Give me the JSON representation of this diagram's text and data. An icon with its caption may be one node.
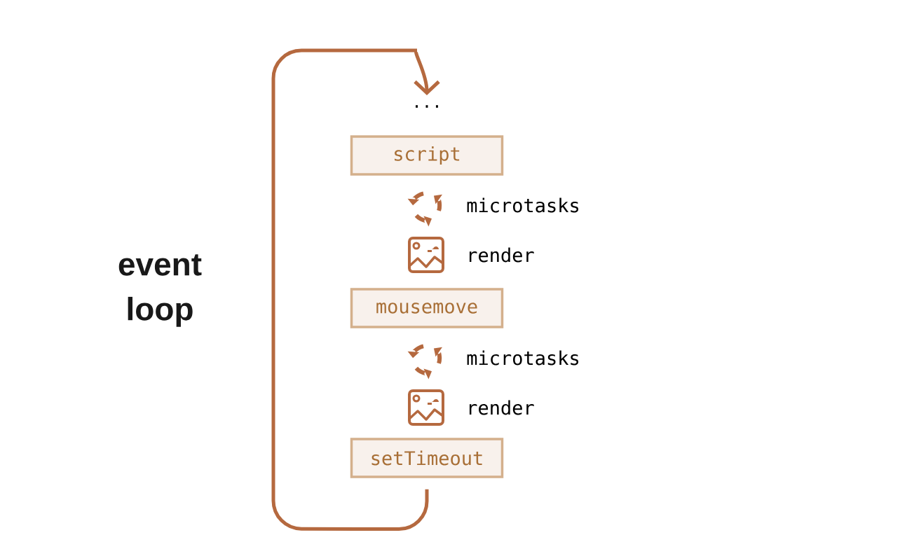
{
  "diagram": {
    "nodes": [
      {
        "text": [
          "..."
        ]
      },
      {
        "text": [
          "script"
        ]
      },
      {
        "text": [
          "mousemove"
        ]
      },
      {
        "text": [
          "setTimeout"
        ]
      }
    ],
    "edges": [
      {
        "from": 3,
        "to": 0,
        "arrow": "to"
      }
    ],
    "labels": [
      "event loop",
      "microtasks",
      "render",
      "microtasks",
      "render"
    ]
  }
}
